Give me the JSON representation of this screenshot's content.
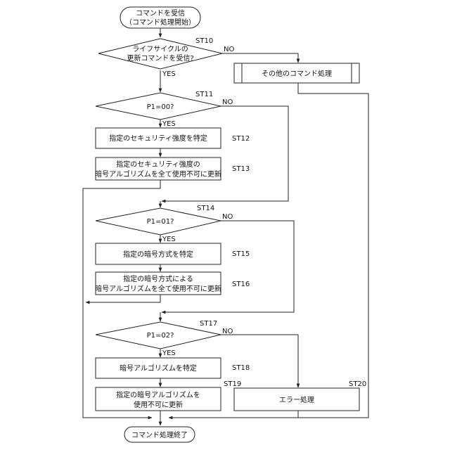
{
  "start": {
    "line1": "コマンドを受信",
    "line2": "（コマンド処理開始）"
  },
  "end": {
    "label": "コマンド処理終了"
  },
  "steps": {
    "st10": {
      "id": "ST10",
      "line1": "ライフサイクルの",
      "line2": "更新コマンドを受信?",
      "yes": "YES",
      "no": "NO"
    },
    "other": {
      "label": "その他のコマンド処理"
    },
    "st11": {
      "id": "ST11",
      "text": "P1=00?",
      "yes": "YES",
      "no": "NO"
    },
    "st12": {
      "id": "ST12",
      "text": "指定のセキュリティ強度を特定"
    },
    "st13": {
      "id": "ST13",
      "line1": "指定のセキュリティ強度の",
      "line2": "暗号アルゴリズムを全て使用不可に更新"
    },
    "st14": {
      "id": "ST14",
      "text": "P1=01?",
      "yes": "YES",
      "no": "NO"
    },
    "st15": {
      "id": "ST15",
      "text": "指定の暗号方式を特定"
    },
    "st16": {
      "id": "ST16",
      "line1": "指定の暗号方式による",
      "line2": "暗号アルゴリズムを全て使用不可に更新"
    },
    "st17": {
      "id": "ST17",
      "text": "P1=02?",
      "yes": "YES",
      "no": "NO"
    },
    "st18": {
      "id": "ST18",
      "text": "暗号アルゴリズムを特定"
    },
    "st19": {
      "id": "ST19",
      "line1": "指定の暗号アルゴリズムを",
      "line2": "使用不可に更新"
    },
    "st20": {
      "id": "ST20",
      "text": "エラー処理"
    }
  }
}
